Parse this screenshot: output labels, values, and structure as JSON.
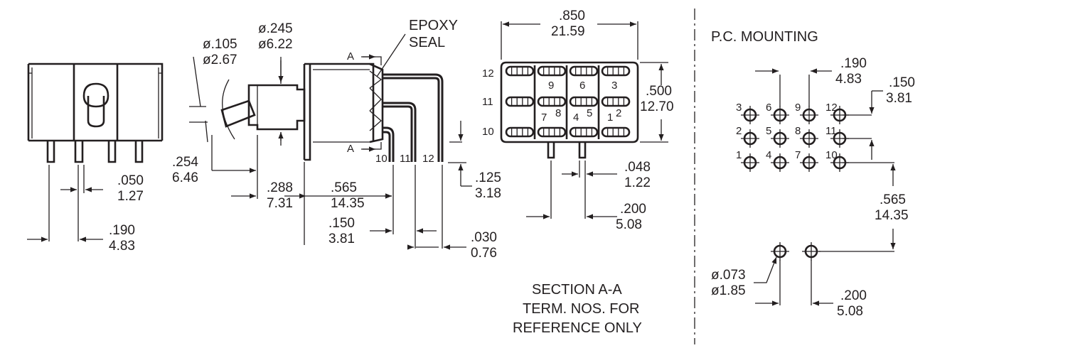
{
  "colors": {
    "ink": "#231f20",
    "background": "#ffffff"
  },
  "front_view": {
    "dims": {
      "pitch_in": ".050",
      "pitch_mm": "1.27",
      "span_in": ".190",
      "span_mm": "4.83"
    }
  },
  "side_view": {
    "labels": {
      "epoxy1": "EPOXY",
      "epoxy2": "SEAL",
      "section_mark": "A"
    },
    "dims": {
      "handle_dia_in": "ø.105",
      "handle_dia_mm": "ø2.67",
      "bushing_dia_in": "ø.245",
      "bushing_dia_mm": "ø6.22",
      "handle_len_in": ".254",
      "handle_len_mm": "6.46",
      "bushing_len_in": ".288",
      "bushing_len_mm": "7.31",
      "body_len_in": ".565",
      "body_len_mm": "14.35",
      "term_offset_in": ".150",
      "term_offset_mm": "3.81",
      "term_height_in": ".125",
      "term_height_mm": "3.18",
      "term_thk_in": ".030",
      "term_thk_mm": "0.76"
    },
    "terminals": [
      "10",
      "11",
      "12"
    ]
  },
  "section_view": {
    "dims": {
      "width_in": ".850",
      "width_mm": "21.59",
      "height_in": ".500",
      "height_mm": "12.70",
      "pin_width_in": ".048",
      "pin_width_mm": "1.22",
      "pin_pitch_in": ".200",
      "pin_pitch_mm": "5.08"
    },
    "row_labels": [
      "12",
      "11",
      "10"
    ],
    "term_numbers": [
      "9",
      "6",
      "3",
      "7",
      "8",
      "4",
      "5",
      "1",
      "2"
    ],
    "caption": [
      "SECTION  A-A",
      "TERM. NOS. FOR",
      "REFERENCE ONLY"
    ]
  },
  "pc_mounting": {
    "title": "P.C. MOUNTING",
    "hole_numbers": [
      "3",
      "6",
      "9",
      "12",
      "2",
      "5",
      "8",
      "11",
      "1",
      "4",
      "7",
      "10"
    ],
    "dims": {
      "col_pitch_in": ".190",
      "col_pitch_mm": "4.83",
      "row_pitch_in": ".150",
      "row_pitch_mm": "3.81",
      "row_offset_in": ".565",
      "row_offset_mm": "14.35",
      "mount_dia_in": "ø.073",
      "mount_dia_mm": "ø1.85",
      "mount_pitch_in": ".200",
      "mount_pitch_mm": "5.08"
    }
  }
}
